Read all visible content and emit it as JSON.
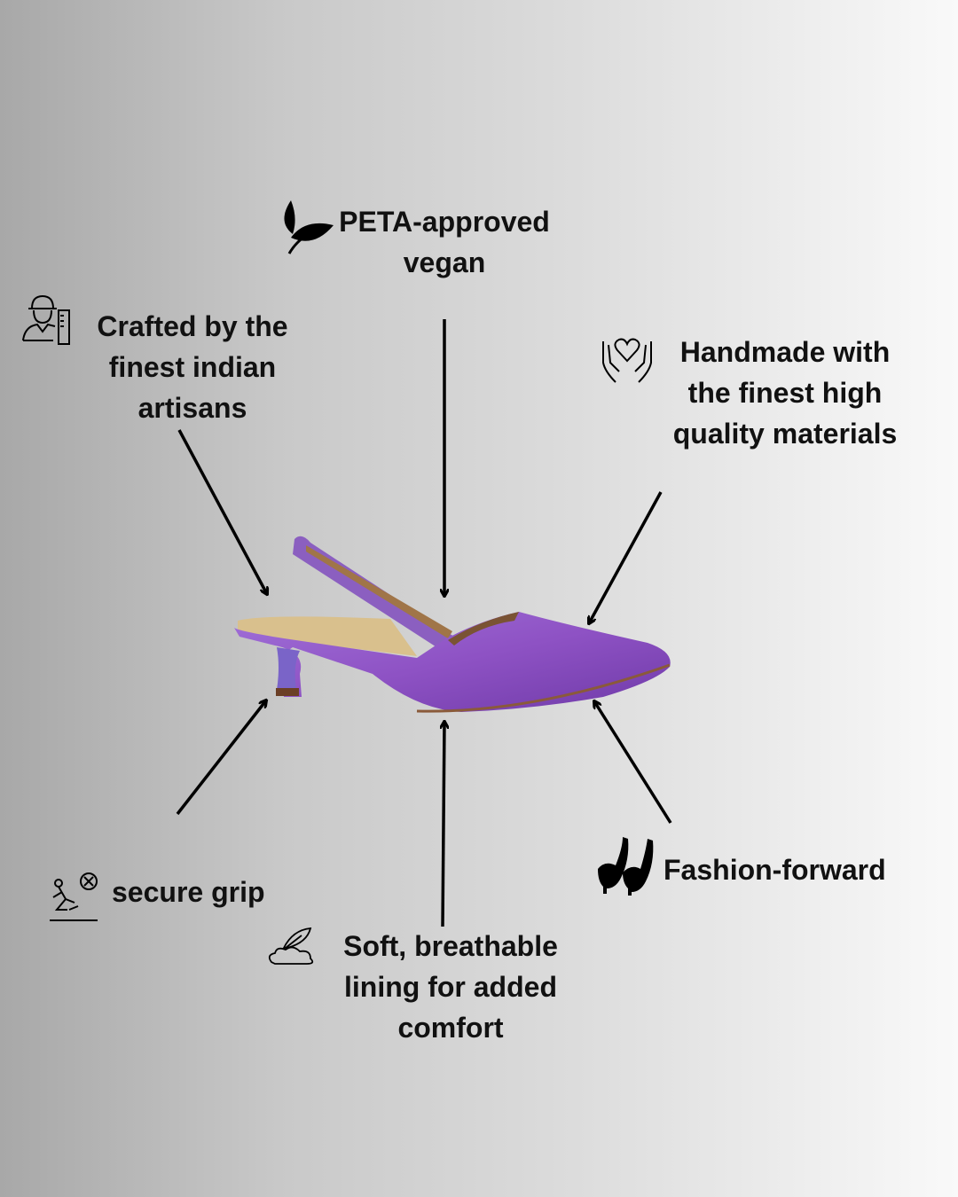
{
  "features": {
    "vegan": {
      "lines": [
        "PETA-approved",
        "vegan"
      ],
      "icon": "leaf-icon"
    },
    "artisans": {
      "lines": [
        "Crafted by the",
        "finest indian",
        "artisans"
      ],
      "icon": "artisan-worker-icon"
    },
    "handmade": {
      "lines": [
        "Handmade with",
        "the finest high",
        "quality materials"
      ],
      "icon": "hands-heart-icon"
    },
    "grip": {
      "lines": [
        "secure grip"
      ],
      "icon": "no-slip-icon"
    },
    "lining": {
      "lines": [
        "Soft, breathable",
        "lining for added",
        "comfort"
      ],
      "icon": "feather-cloud-icon"
    },
    "fashion": {
      "lines": [
        "Fashion-forward"
      ],
      "icon": "high-heels-icon"
    }
  },
  "product": {
    "color": "#8e52c4",
    "lining_color": "#c9a877"
  }
}
